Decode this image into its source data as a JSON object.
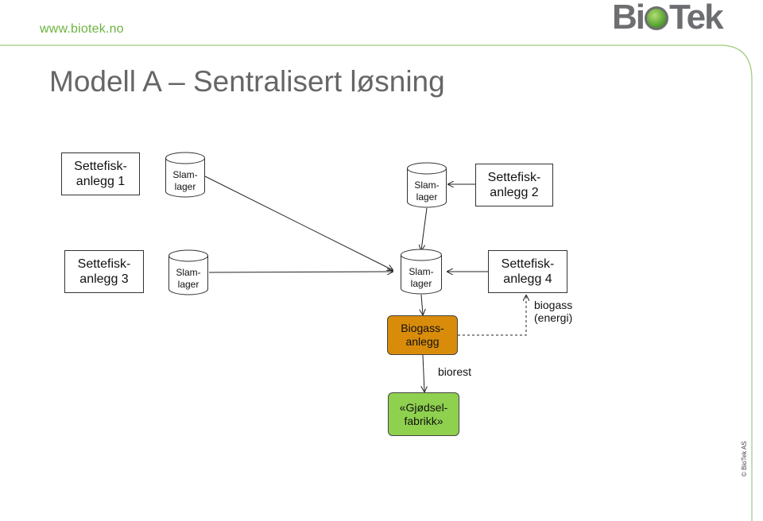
{
  "header": {
    "url": "www.biotek.no",
    "logo": {
      "left": "Bi",
      "right": "Tek"
    }
  },
  "title": "Modell A – Sentralisert løsning",
  "nodes": {
    "settefisk1": "Settefisk-\nanlegg 1",
    "settefisk2": "Settefisk-\nanlegg 2",
    "settefisk3": "Settefisk-\nanlegg 3",
    "settefisk4": "Settefisk-\nanlegg 4",
    "slamlager": "Slam-\nlager",
    "biogassanlegg": "Biogass-\nanlegg",
    "gjodselfabrikk": "«Gjødsel-\nfabrikk»"
  },
  "edge_labels": {
    "biogass": "biogass\n(energi)",
    "biorest": "biorest"
  },
  "colors": {
    "url_green": "#6cb33f",
    "biogass_orange": "#d98c0a",
    "gjodsel_green": "#8fd14f",
    "frame_green": "#9ccb7a"
  },
  "footer": {
    "copyright": "© BioTek AS"
  }
}
